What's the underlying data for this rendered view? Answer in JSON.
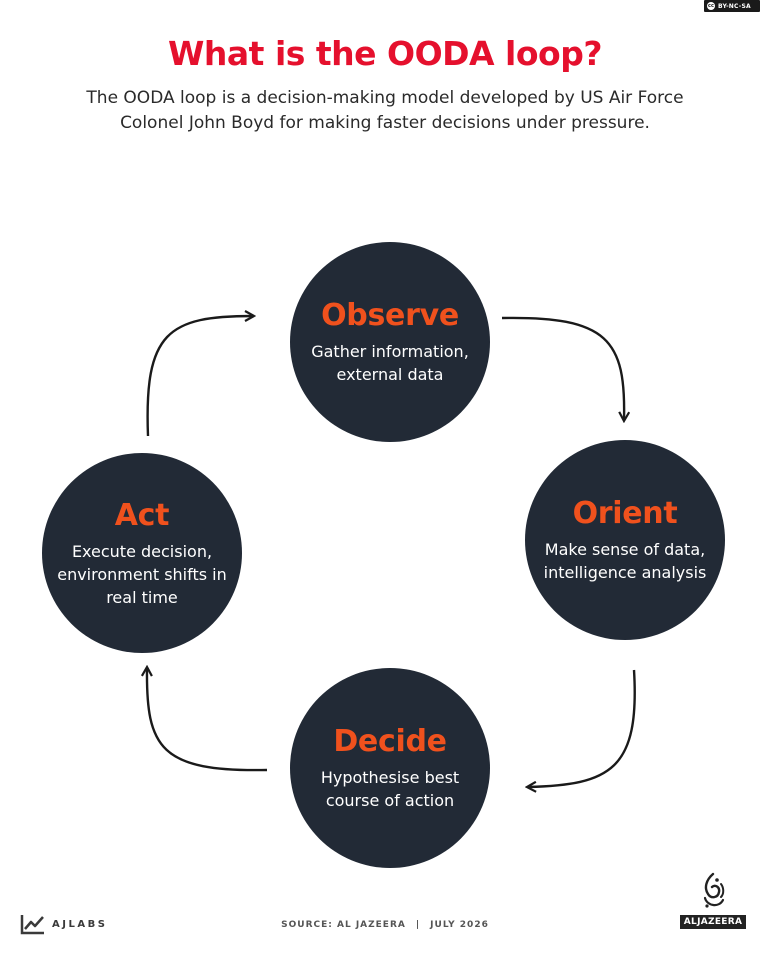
{
  "license": {
    "label": "BY-NC-SA",
    "icon": "cc-icon"
  },
  "header": {
    "title": "What is the OODA loop?",
    "subtitle": "The OODA loop is a decision-making model developed by US Air Force Colonel John Boyd for making faster decisions under pressure."
  },
  "nodes": [
    {
      "title": "Observe",
      "desc_lines": [
        "Gather information,",
        "external data"
      ]
    },
    {
      "title": "Orient",
      "desc_lines": [
        "Make sense of data,",
        "intelligence analysis"
      ]
    },
    {
      "title": "Decide",
      "desc_lines": [
        "Hypothesise best",
        "course of action"
      ]
    },
    {
      "title": "Act",
      "desc_lines": [
        "Execute decision,",
        "environment shifts in",
        "real time"
      ]
    }
  ],
  "footer": {
    "brand": "AJLABS",
    "source": "SOURCE: AL JAZEERA",
    "separator": "|",
    "date": "JULY 2026",
    "publisher": "ALJAZEERA"
  },
  "colors": {
    "title": "#e5102d",
    "node_fill": "#222a36",
    "node_title": "#f0511d",
    "node_text": "#ffffff",
    "arrow": "#1a1a1a"
  }
}
